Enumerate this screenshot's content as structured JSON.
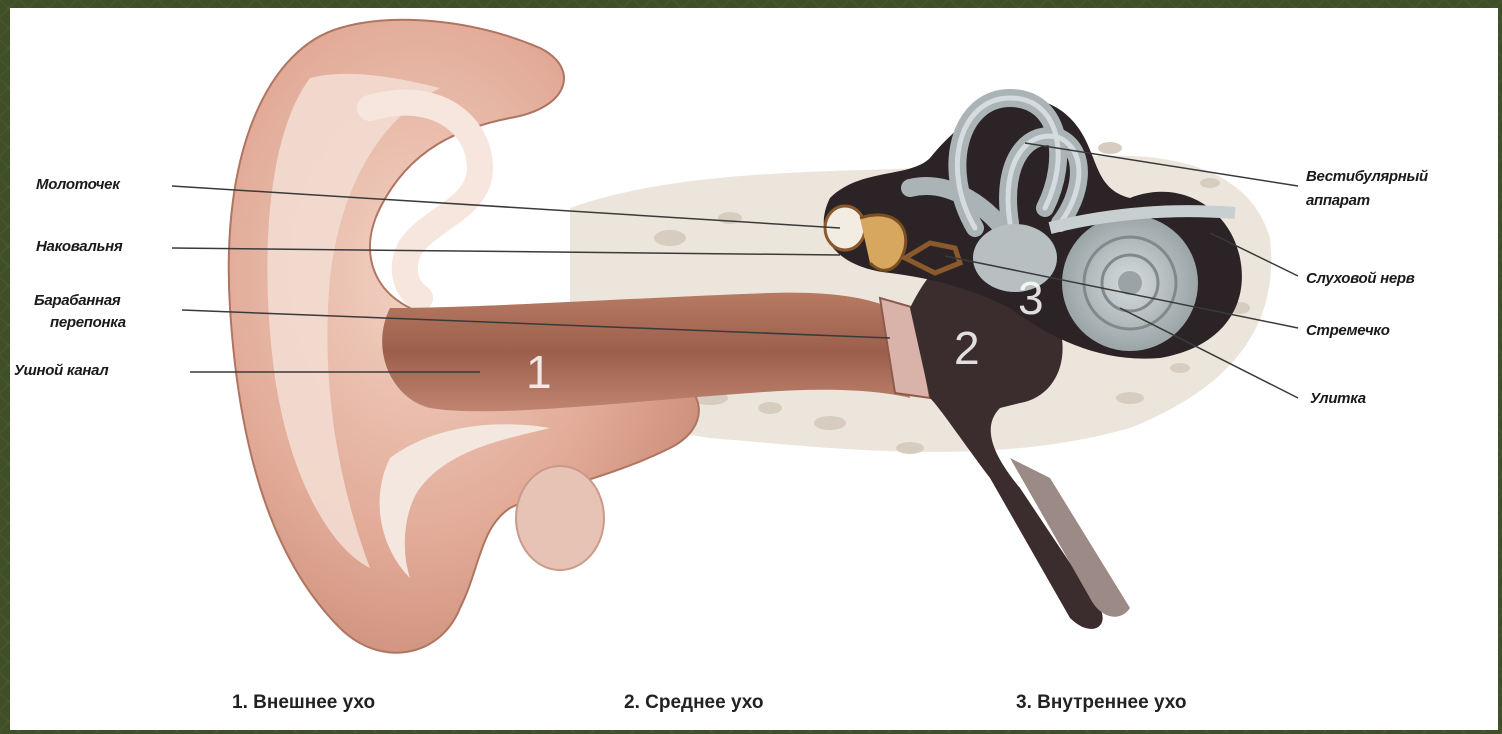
{
  "labels": {
    "malleus": "Молоточек",
    "incus": "Наковальня",
    "eardrum_line1": "Барабанная",
    "eardrum_line2": "перепонка",
    "ear_canal": "Ушной канал",
    "vestibular_line1": "Вестибулярный",
    "vestibular_line2": "аппарат",
    "auditory_nerve": "Слуховой нерв",
    "stapes": "Стремечко",
    "cochlea": "Улитка"
  },
  "region_numbers": {
    "outer": "1",
    "middle": "2",
    "inner": "3"
  },
  "captions": {
    "outer": "1. Внешнее ухо",
    "middle": "2. Среднее ухо",
    "inner": "3. Внутреннее ухо"
  },
  "colors": {
    "frame": "#3f4f26",
    "skin": "#e6b8a8",
    "skin_dark": "#b7735f",
    "canal": "#a96a55",
    "cavity": "#3a2a2c",
    "bone": "#ede6dc",
    "labyrinth": "#b9c0c2"
  }
}
